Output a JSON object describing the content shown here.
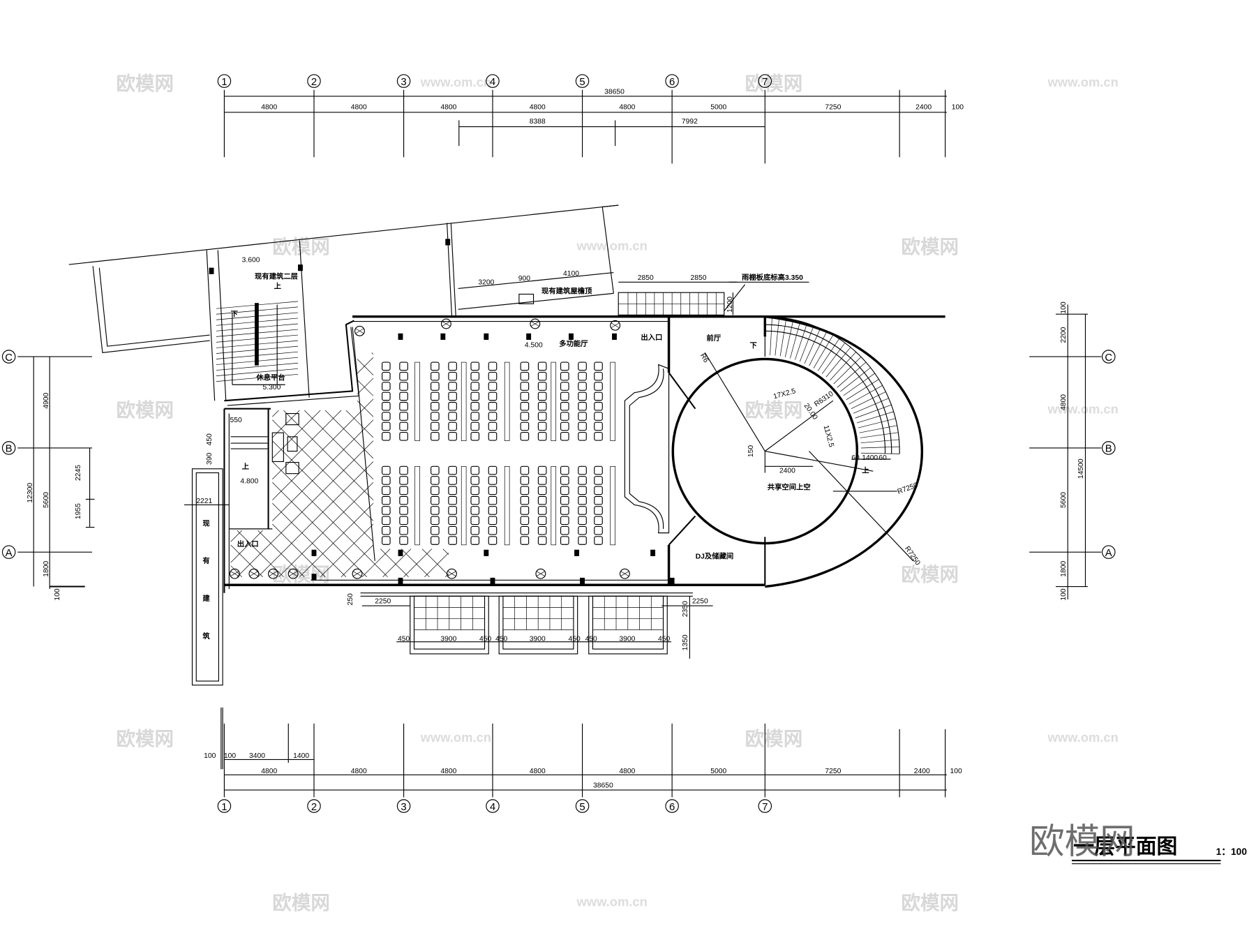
{
  "title": {
    "name": "一层平面图",
    "scale": "1：100",
    "logo": "欧模网"
  },
  "watermarks": {
    "brand": "欧模网",
    "url": "www.om.cn"
  },
  "grid_axes": {
    "columns": [
      "1",
      "2",
      "3",
      "4",
      "5",
      "6",
      "7"
    ],
    "rows": [
      "C",
      "B",
      "A"
    ]
  },
  "dimensions": {
    "top_total": "38650",
    "top_segments": [
      "4800",
      "4800",
      "4800",
      "4800",
      "4800",
      "5000",
      "7250",
      "2400",
      "100"
    ],
    "top_secondary": [
      "8388",
      "7992"
    ],
    "bottom_detail": [
      "100",
      "100",
      "3400",
      "1400"
    ],
    "bottom_segments": [
      "4800",
      "4800",
      "4800",
      "4800",
      "4800",
      "5000",
      "7250",
      "2400",
      "100"
    ],
    "bottom_total": "38650",
    "left_outer": "12300",
    "left_inner": [
      "4900",
      "5600",
      "1800",
      "100"
    ],
    "left_sub": [
      "2245",
      "1955"
    ],
    "right_inner": [
      "100",
      "2200",
      "4800",
      "5600",
      "1800",
      "100"
    ],
    "right_outer": "14500",
    "canopy_top": [
      "3200",
      "900",
      "4100"
    ],
    "canopy_right": [
      "2850",
      "2850",
      "1200"
    ],
    "lobby_left": [
      "550",
      "390",
      "450",
      "2221"
    ],
    "south": [
      "250",
      "2250",
      "2250",
      "2350",
      "1350"
    ],
    "south_bays": [
      "450",
      "3900",
      "450",
      "450",
      "3900",
      "450",
      "450",
      "3900",
      "450"
    ],
    "stair": [
      "17X2.5",
      "11X2.5",
      "R6310",
      "20.00",
      "2400",
      "150",
      "60",
      "1400",
      "60",
      "R7250",
      "R7250",
      "R6"
    ]
  },
  "rooms": {
    "existing_2f": "现有建筑二层",
    "elev_3600": "3.600",
    "rest_platform": "休息平台",
    "elev_5300": "5.300",
    "existing_eave": "现有建筑屋檐顶",
    "canopy_note": "雨棚板底标高3.350",
    "hall": "多功能厅",
    "elev_4500": "4.500",
    "entrance": "出入口",
    "foyer": "前厅",
    "atrium": "共享空间上空",
    "dj_room": "DJ及储藏间",
    "elev_4800": "4.800",
    "exit": "出入口",
    "existing_bldg": [
      "现",
      "有",
      "建",
      "筑"
    ],
    "up": "上",
    "down": "下"
  }
}
